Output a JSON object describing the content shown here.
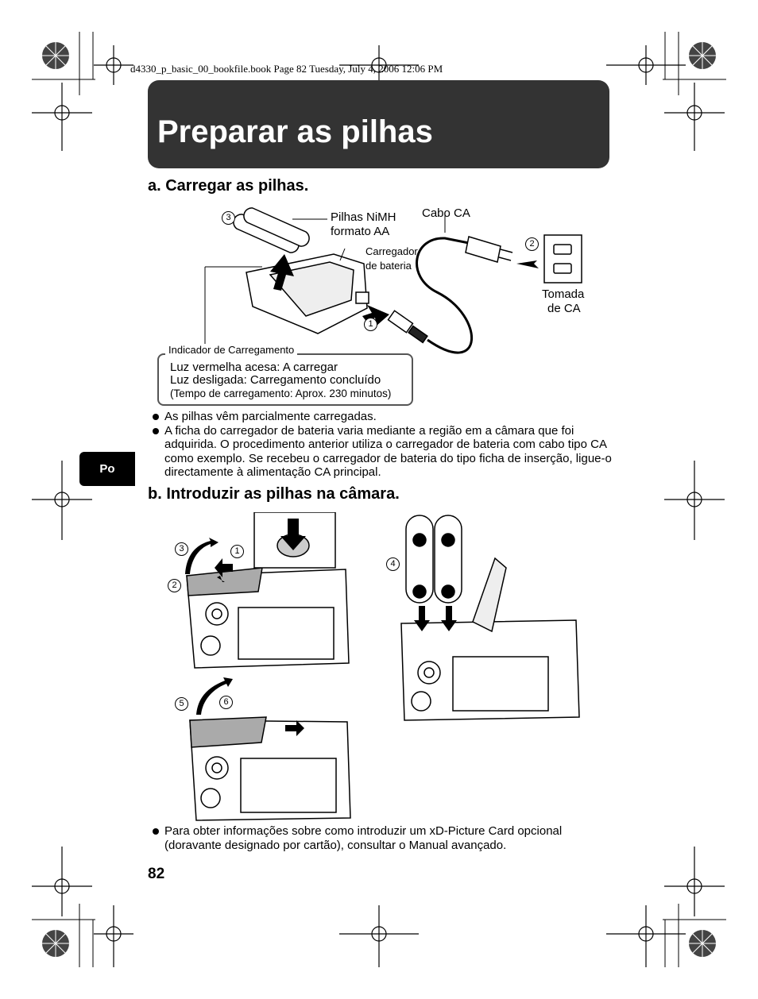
{
  "header": {
    "file_meta": "d4330_p_basic_00_bookfile.book  Page 82  Tuesday, July 4, 2006  12:06 PM"
  },
  "page": {
    "title": "Preparar as pilhas",
    "side_tab": "Po",
    "page_number": "82"
  },
  "section_a": {
    "heading": "a.  Carregar as pilhas.",
    "labels": {
      "batteries_line1": "Pilhas NiMH",
      "batteries_line2": "formato AA",
      "charger_line1": "Carregador",
      "charger_line2": "de bateria",
      "cable": "Cabo CA",
      "outlet_line1": "Tomada",
      "outlet_line2": "de CA"
    },
    "steps": {
      "s1": "1",
      "s2": "2",
      "s3": "3"
    },
    "indicator": {
      "title": "Indicador de Carregamento",
      "line1": "Luz vermelha acesa: A carregar",
      "line2": "Luz desligada: Carregamento concluído",
      "line3": "(Tempo de carregamento: Aprox. 230 minutos)"
    },
    "bullets": [
      "As pilhas vêm parcialmente carregadas.",
      "A ficha do carregador de bateria varia mediante a região em a câmara que foi adquirida.  O procedimento anterior utiliza o carregador de bateria com cabo tipo CA como exemplo. Se recebeu o carregador de bateria do tipo ficha de inserção, ligue-o directamente à alimentação CA principal."
    ]
  },
  "section_b": {
    "heading": "b.  Introduzir as pilhas na câmara.",
    "steps": {
      "s1": "1",
      "s2": "2",
      "s3": "3",
      "s4": "4",
      "s5": "5",
      "s6": "6"
    },
    "bullets": [
      "Para obter informações sobre como introduzir um xD-Picture Card opcional (doravante designado por cartão), consultar o Manual avançado."
    ]
  }
}
